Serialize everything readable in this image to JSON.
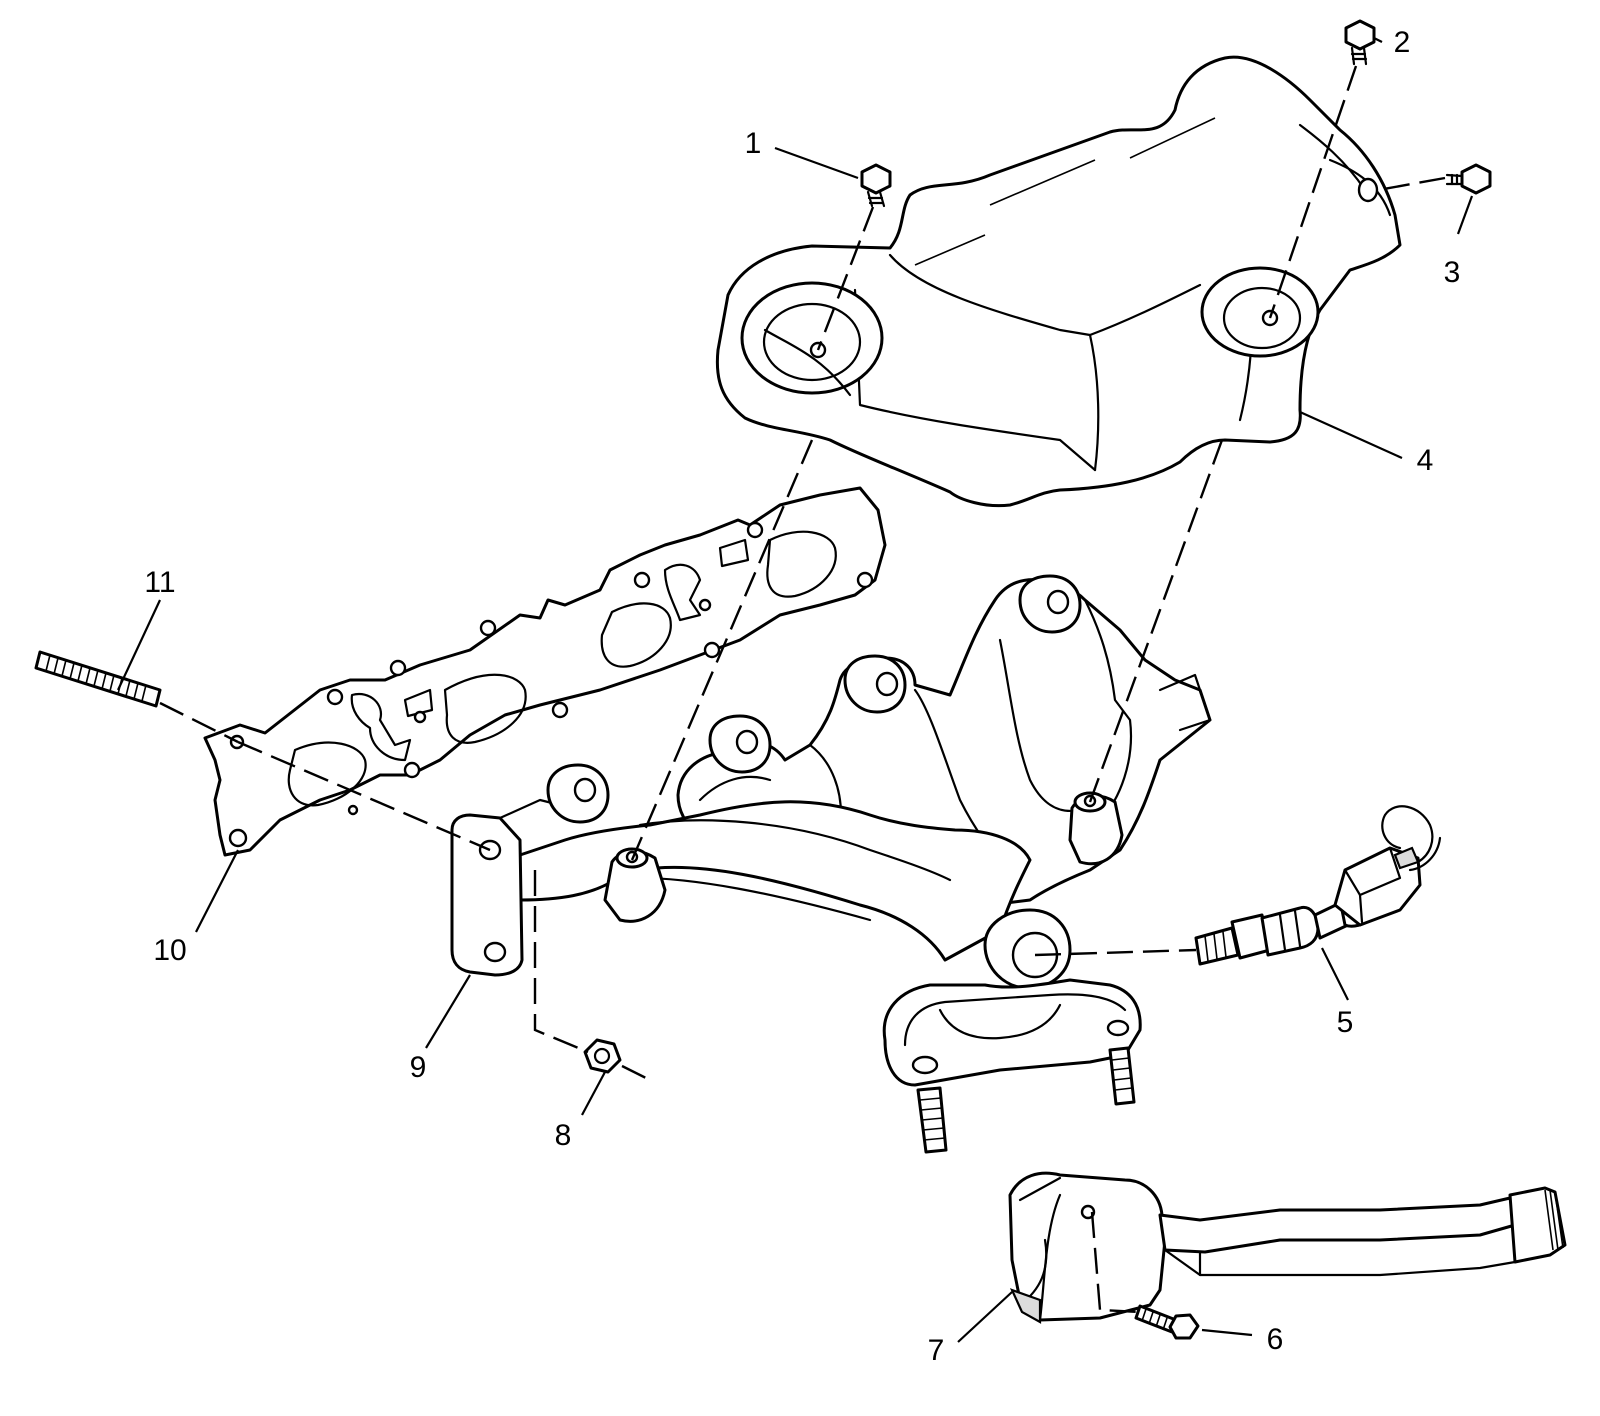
{
  "callouts": {
    "c1": "1",
    "c2": "2",
    "c3": "3",
    "c4": "4",
    "c5": "5",
    "c6": "6",
    "c7": "7",
    "c8": "8",
    "c9": "9",
    "c10": "10",
    "c11": "11"
  },
  "colors": {
    "line": "#000000",
    "background": "#ffffff",
    "shade": "#dcdcdc"
  }
}
